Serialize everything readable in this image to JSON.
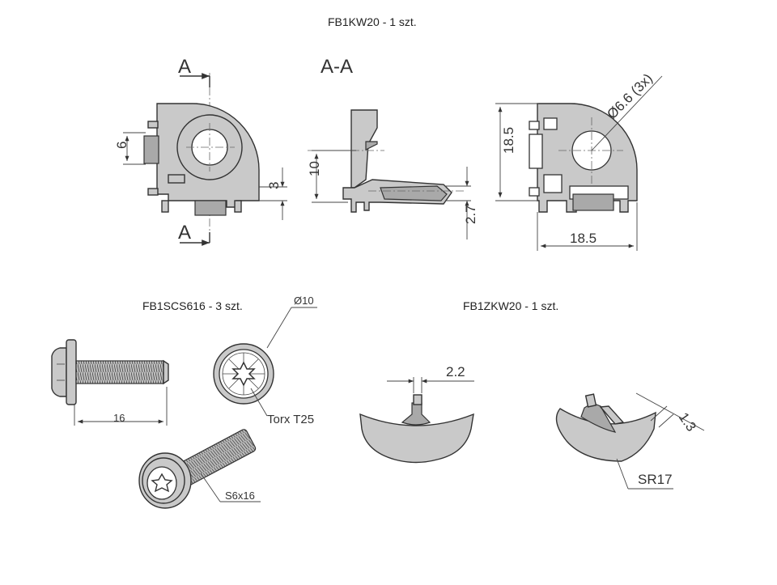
{
  "captions": {
    "kw": "FB1KW20 - 1 szt.",
    "scs": "FB1SCS616 - 3 szt.",
    "zkw": "FB1ZKW20 - 1 szt."
  },
  "labels": {
    "section_a": "A",
    "section_aa": "A-A",
    "dim_6": "6",
    "dim_3": "3",
    "dim_10": "10",
    "dim_2_7": "2.7",
    "dim_18_5_v": "18.5",
    "dim_18_5_h": "18.5",
    "dim_hole": "Ø6.6 (3x)",
    "dim_16": "16",
    "dim_d10": "Ø10",
    "torx": "Torx T25",
    "screw_size": "S6x16",
    "dim_2_2": "2.2",
    "dim_1_3": "1.3",
    "dim_sr17": "SR17"
  }
}
